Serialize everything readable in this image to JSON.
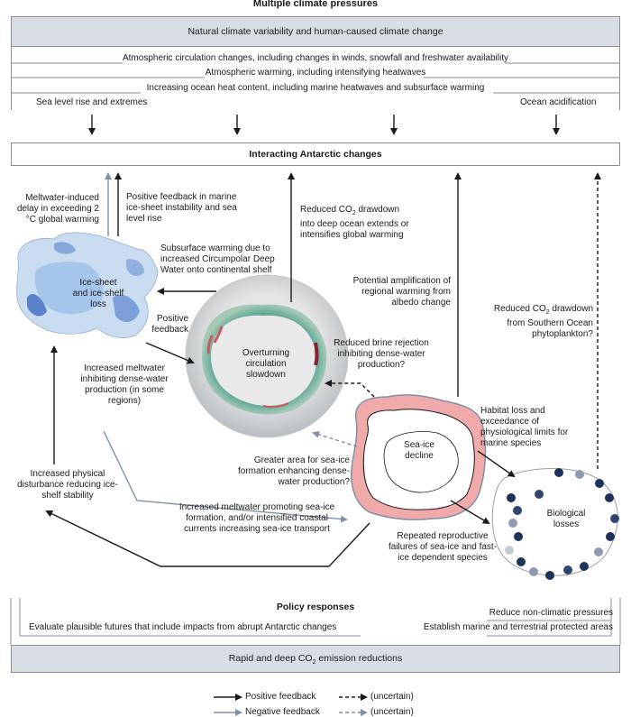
{
  "header": {
    "title": "Multiple climate pressures"
  },
  "pressures": {
    "top": "Natural climate variability and human-caused climate change",
    "lines": [
      "Atmospheric circulation changes, including changes in winds, snowfall and freshwater availability",
      "Atmospheric warming, including intensifying heatwaves",
      "Increasing ocean heat content, including marine heatwaves and subsurface warming"
    ],
    "left": "Sea level rise and extremes",
    "right": "Ocean acidification"
  },
  "interacting": {
    "title": "Interacting Antarctic changes"
  },
  "nodes": {
    "ice_sheet": "Ice-sheet and ice-shelf loss",
    "overturning": "Overturning circulation slowdown",
    "sea_ice": "Sea-ice decline",
    "biological": "Biological losses"
  },
  "labels": {
    "meltwater_delay": "Meltwater-induced delay in exceeding 2 °C global warming",
    "positive_feedback_marine": "Positive feedback in marine ice-sheet instability and sea level rise",
    "reduced_co2_deep_pre": "Reduced CO",
    "reduced_co2_deep_sub": "2",
    "reduced_co2_deep_post": " drawdown",
    "reduced_co2_deep_rest": "into deep ocean extends or intensifies global warming",
    "subsurface": "Subsurface warming due to increased Circumpolar Deep Water onto continental shelf",
    "positive_feedback": "Positive feedback",
    "albedo": "Potential amplification of regional warming from albedo change",
    "phyto_pre": "Reduced CO",
    "phyto_sub": "2",
    "phyto_post": " drawdown",
    "phyto_rest": "from Southern Ocean phytoplankton?",
    "brine": "Reduced brine rejection inhibiting dense-water production?",
    "meltwater_inhibit": "Increased meltwater inhibiting dense-water production (in some regions)",
    "habitat": "Habitat loss and exceedance of physiological limits for marine species",
    "greater_area": "Greater area for sea-ice formation enhancing dense-water production?",
    "physical": "Increased physical disturbance reducing ice-shelf stability",
    "meltwater_promote": "Increased meltwater promoting sea-ice formation, and/or intensified coastal currents increasing sea-ice transport",
    "reproductive": "Repeated reproductive failures of sea-ice and fast-ice dependent species"
  },
  "policy": {
    "title": "Policy responses",
    "left": "Evaluate plausible futures that include impacts from abrupt Antarctic changes",
    "right1": "Reduce non-climatic pressures",
    "right2": "Establish marine and terrestrial protected areas",
    "bottom_pre": "Rapid and deep CO",
    "bottom_sub": "2",
    "bottom_post": " emission reductions"
  },
  "legend": {
    "positive": "Positive feedback",
    "negative": "Negative feedback",
    "uncertain1": "(uncertain)",
    "uncertain2": "(uncertain)"
  },
  "colors": {
    "positive": "#1a1a1a",
    "negative": "#7f91a8",
    "box_fill": "#d9dee5"
  }
}
